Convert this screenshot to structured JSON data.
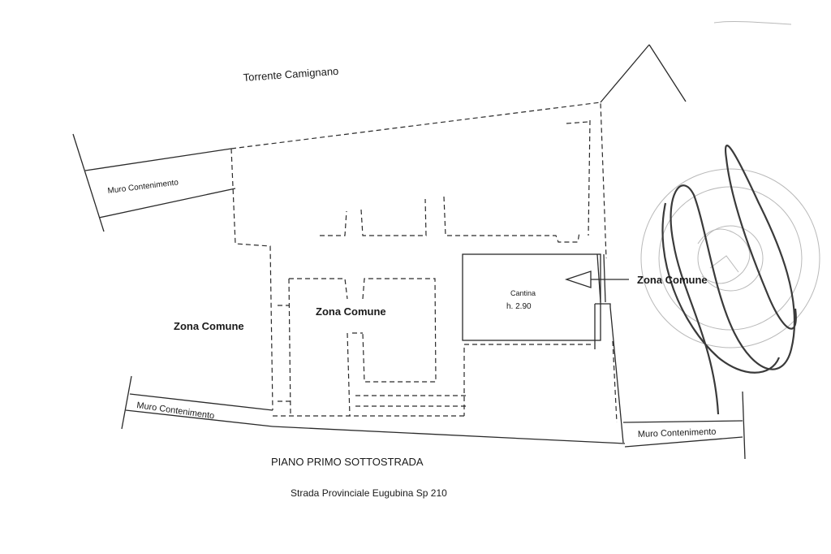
{
  "labels": {
    "river": "Torrente Camignano",
    "wall_upper_left": "Muro Contenimento",
    "wall_lower_left": "Muro Contenimento",
    "wall_lower_right": "Muro Contenimento",
    "common_left": "Zona Comune",
    "common_center": "Zona Comune",
    "common_right": "Zona Comune",
    "cellar_name": "Cantina",
    "cellar_height": "h. 2.90",
    "floor_title": "PIANO PRIMO SOTTOSTRADA",
    "road": "Strada Provinciale Eugubina Sp 210"
  }
}
